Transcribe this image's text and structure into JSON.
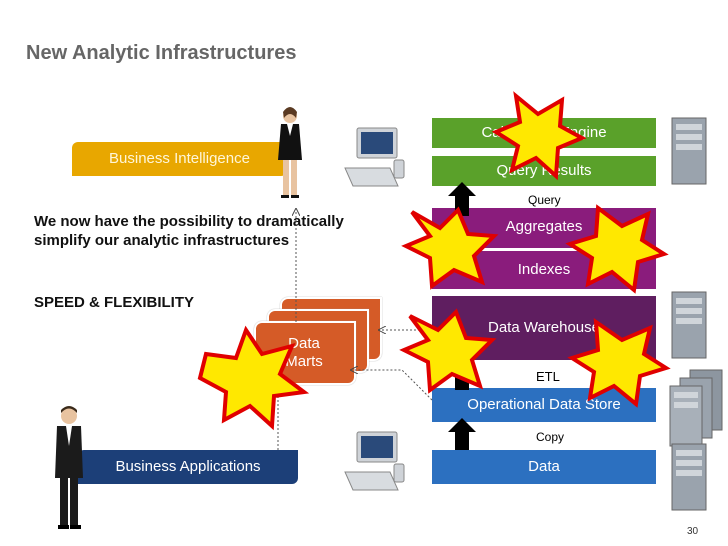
{
  "title": "New Analytic Infrastructures",
  "left": {
    "bi_label": "Business Intelligence",
    "ba_label": "Business Applications",
    "statement": "We now have the possibility to dramatically simplify our analytic infrastructures",
    "speed": "SPEED & FLEXIBILITY",
    "data_marts": "Data Marts"
  },
  "stack": {
    "calc_engine": "Calculation Engine",
    "query_results": "Query Results",
    "query": "Query",
    "aggregates": "Aggregates",
    "indexes": "Indexes",
    "data_warehouse": "Data Warehouse",
    "etl": "ETL",
    "ods": "Operational Data Store",
    "copy": "Copy",
    "data": "Data"
  },
  "colors": {
    "green": "#5aa12a",
    "purple": "#8a1c7c",
    "plum": "#5f1e60",
    "blue": "#2c70c0",
    "navy": "#1c3f78",
    "gold": "#e8a700",
    "orange": "#d55b27",
    "star_fill": "#ffe800",
    "star_stroke": "#e00000"
  },
  "page_number": "30"
}
